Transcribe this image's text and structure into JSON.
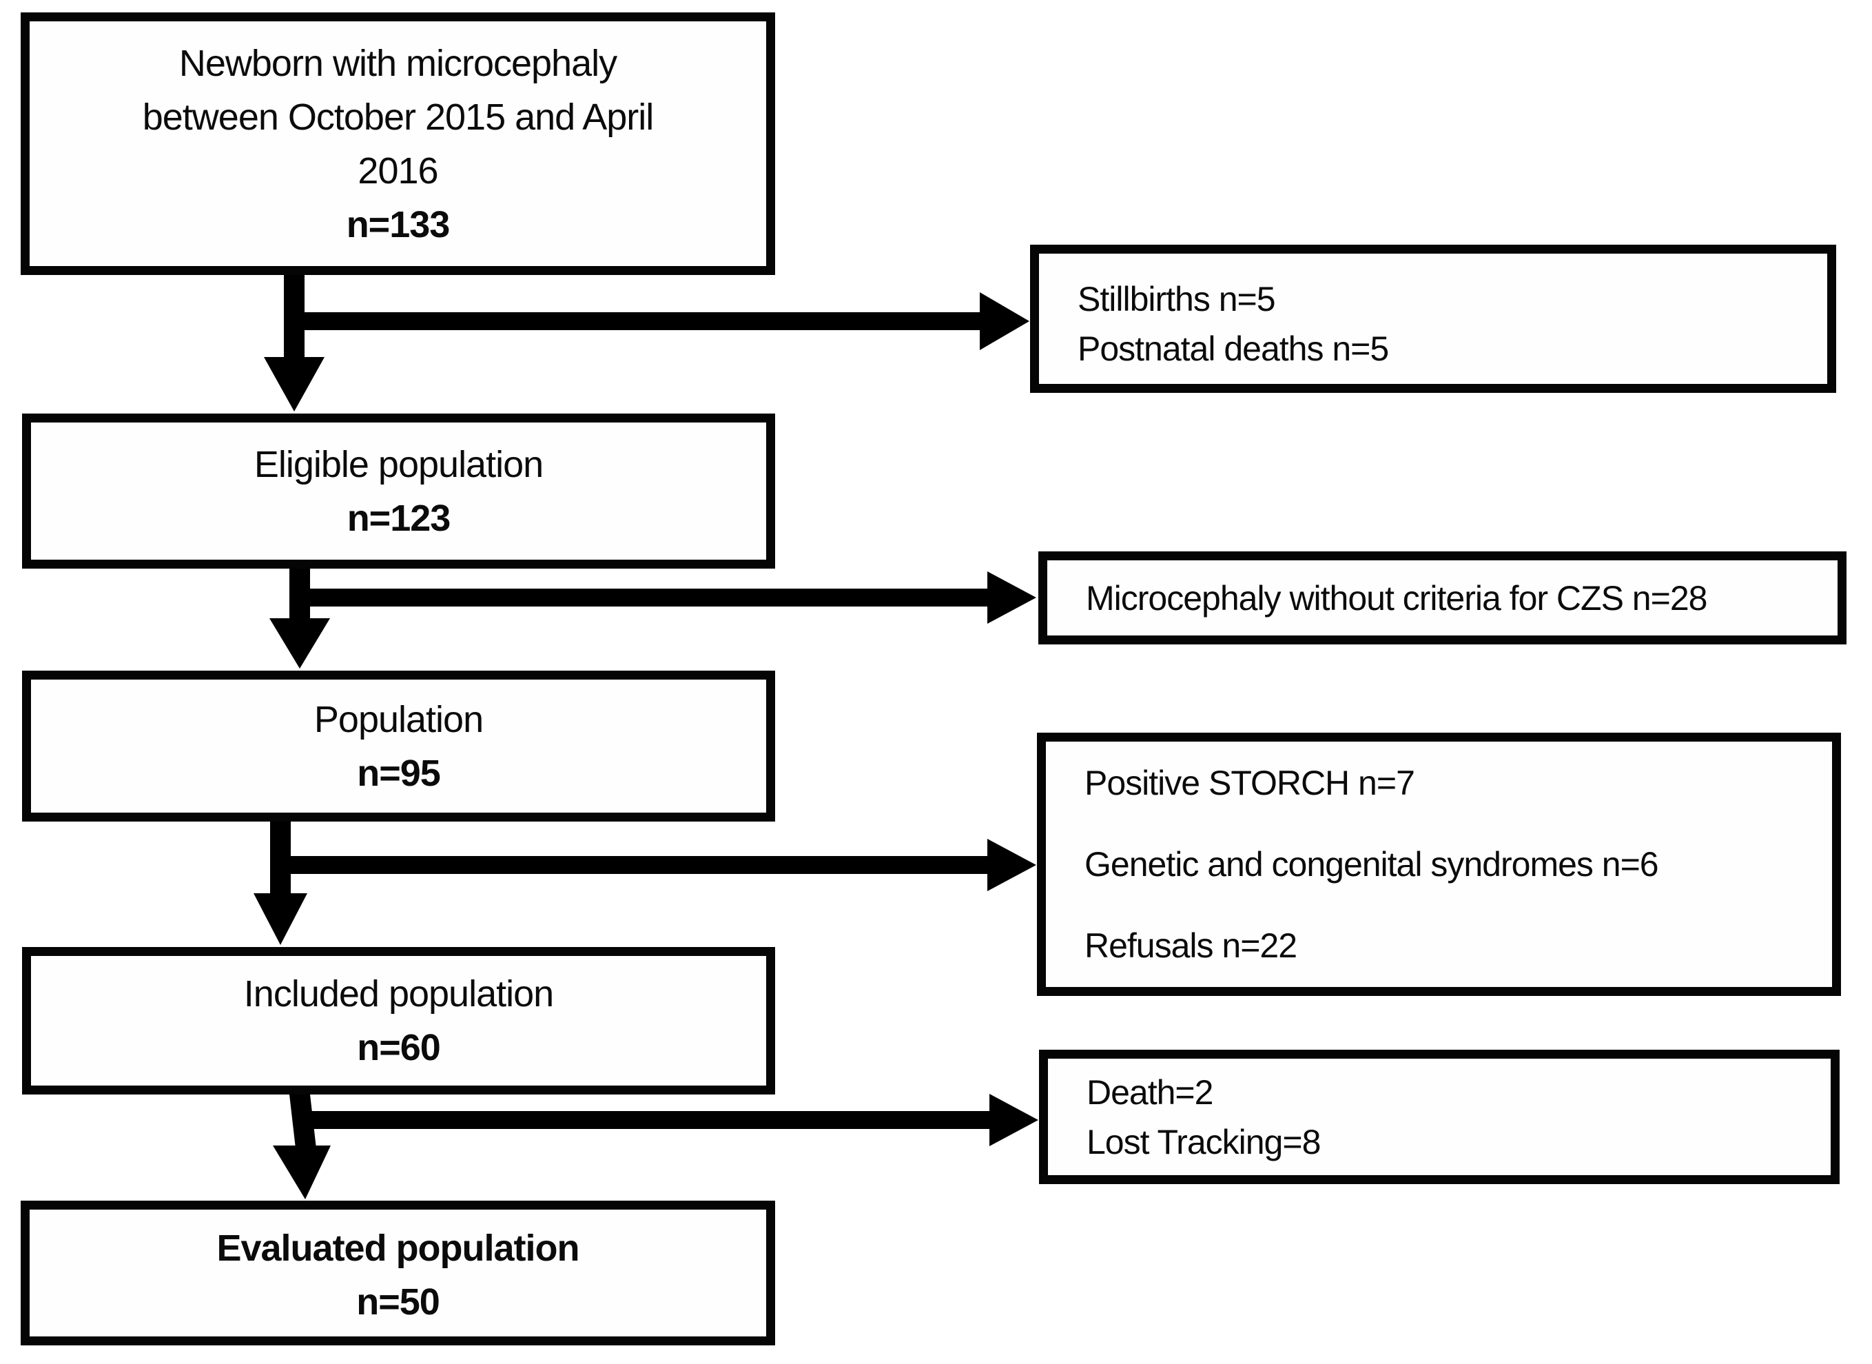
{
  "diagram": {
    "type": "flowchart",
    "colors": {
      "box_border": "#050505",
      "arrow": "#000000",
      "text": "#0b0b0b",
      "background": "#ffffff"
    },
    "newborn": {
      "lines": [
        "Newborn with microcephaly",
        "between October 2015 and April",
        "2016"
      ],
      "n": "n=133"
    },
    "stillbirths": {
      "lines": [
        "Stillbirths n=5",
        "Postnatal deaths n=5"
      ]
    },
    "eligible": {
      "lines": [
        "Eligible population"
      ],
      "n": "n=123"
    },
    "no_criteria": {
      "lines": [
        "Microcephaly without criteria for CZS n=28"
      ]
    },
    "population": {
      "lines": [
        "Population"
      ],
      "n": "n=95"
    },
    "exclusions": {
      "lines": [
        "Positive STORCH n=7",
        "Genetic and congenital syndromes n=6",
        "Refusals n=22"
      ]
    },
    "included": {
      "lines": [
        "Included population"
      ],
      "n": "n=60"
    },
    "losses": {
      "lines": [
        "Death=2",
        "Lost Tracking=8"
      ]
    },
    "evaluated": {
      "lines": [
        "Evaluated population"
      ],
      "n": "n=50"
    }
  }
}
